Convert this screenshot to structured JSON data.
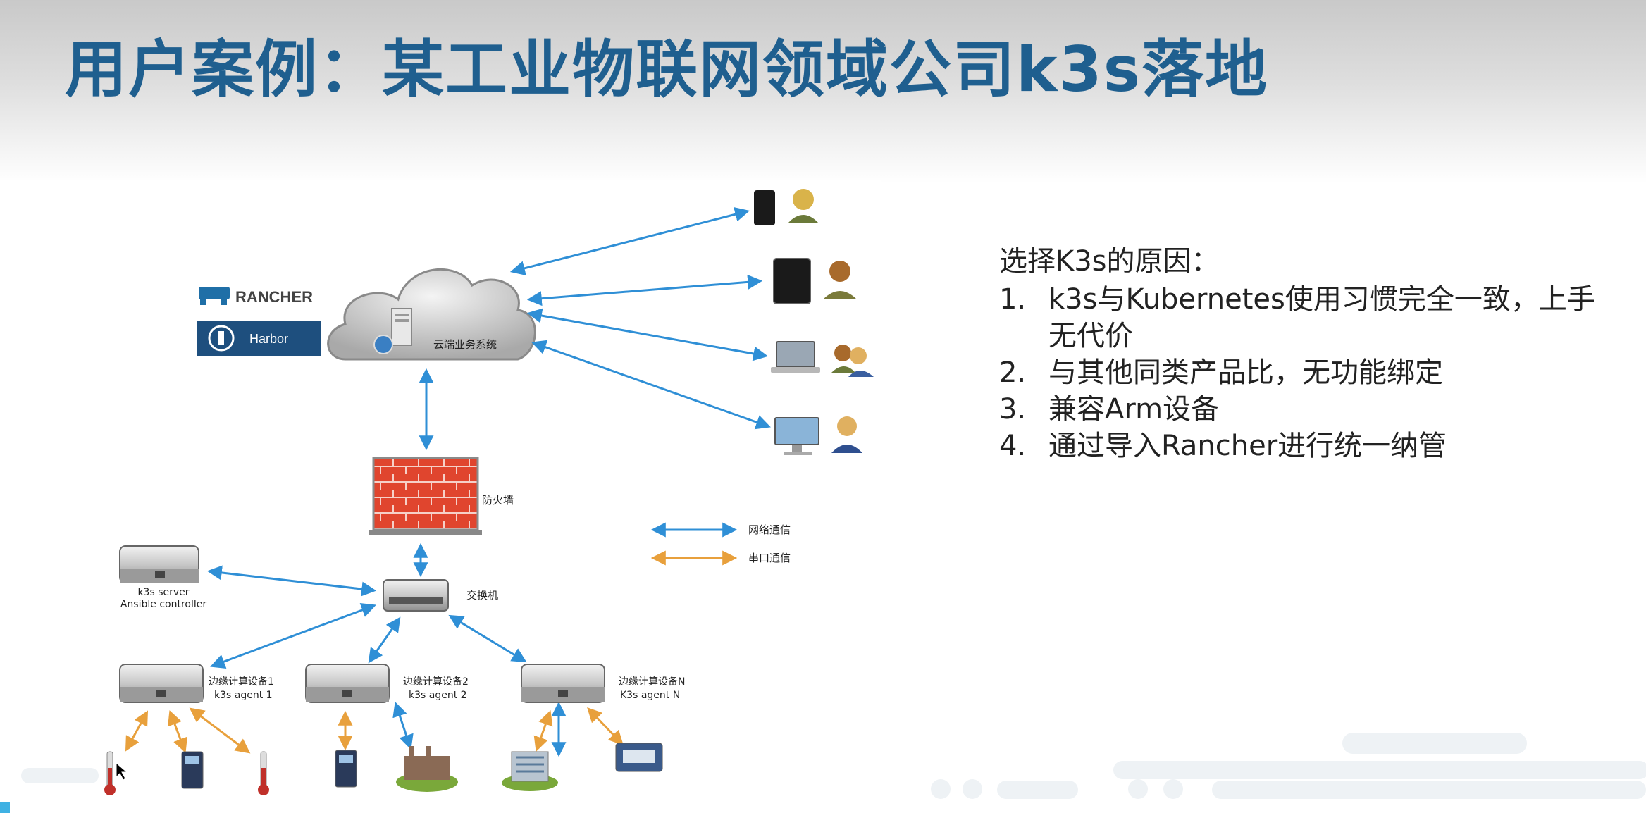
{
  "slide": {
    "title": "用户案例：某工业物联网领域公司k3s落地"
  },
  "diagram": {
    "logos": {
      "rancher": "RANCHER",
      "harbor": "Harbor"
    },
    "cloud_label": "云端业务系统",
    "firewall_label": "防火墙",
    "switch_label": "交换机",
    "server": {
      "line1": "k3s  server",
      "line2": "Ansible controller"
    },
    "agents": [
      {
        "line1": "边缘计算设备1",
        "line2": "k3s agent 1"
      },
      {
        "line1": "边缘计算设备2",
        "line2": "k3s agent 2"
      },
      {
        "line1": "边缘计算设备N",
        "line2": "K3s agent N"
      }
    ],
    "legend": {
      "network": "网络通信",
      "serial": "串口通信"
    },
    "colors": {
      "network": "#2f8fd6",
      "serial": "#e8a03c",
      "firewall": "#e0452e"
    }
  },
  "reasons": {
    "heading": "选择K3s的原因：",
    "items": [
      {
        "num": "1.",
        "text": "k3s与Kubernetes使用习惯完全一致，上手无代价"
      },
      {
        "num": "2.",
        "text": "与其他同类产品比，无功能绑定"
      },
      {
        "num": "3.",
        "text": "兼容Arm设备"
      },
      {
        "num": "4.",
        "text": "通过导入Rancher进行统一纳管"
      }
    ]
  }
}
